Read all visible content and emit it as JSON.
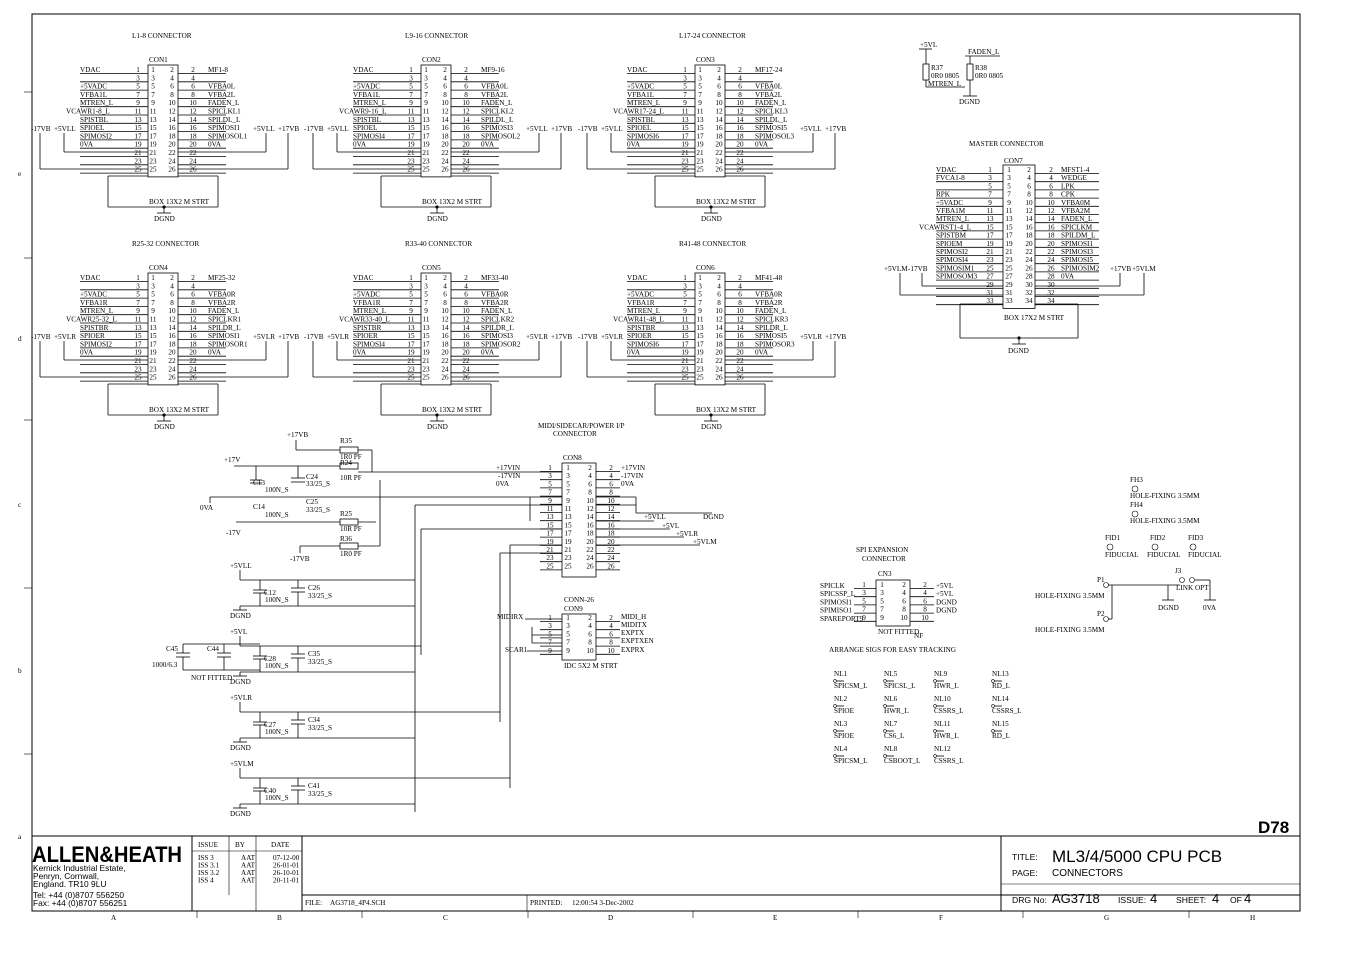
{
  "title_block": {
    "logo": "ALLEN&HEATH",
    "address": [
      "Kernick Industrial Estate,",
      "Penryn, Cornwall,",
      "England. TR10 9LU"
    ],
    "tel": "Tel:   +44 (0)8707 556250",
    "fax": "Fax:  +44 (0)8707 556251",
    "rev_headers": [
      "ISSUE",
      "BY",
      "DATE"
    ],
    "revisions": [
      {
        "issue": "ISS 3",
        "by": "AAT",
        "date": "07-12-00"
      },
      {
        "issue": "ISS 3.1",
        "by": "AAT",
        "date": "26-01-01"
      },
      {
        "issue": "ISS 3.2",
        "by": "AAT",
        "date": "26-10-01"
      },
      {
        "issue": "ISS 4",
        "by": "AAT",
        "date": "20-11-01"
      }
    ],
    "file_label": "FILE:",
    "file": "AG3718_4P4.SCH",
    "printed_label": "PRINTED:",
    "printed": "12:00:54   3-Dec-2002",
    "sheet_code": "D78",
    "title_label": "TITLE:",
    "title": "ML3/4/5000 CPU PCB",
    "page_label": "PAGE:",
    "page": "CONNECTORS",
    "drg_label": "DRG No:",
    "drg": "AG3718",
    "issue_label": "ISSUE:",
    "issue": "4",
    "sheet_label": "SHEET:",
    "sheet": "4",
    "of_label": "OF",
    "of": "4"
  },
  "grid": {
    "cols": [
      "A",
      "B",
      "C",
      "D",
      "E",
      "F",
      "G",
      "H"
    ],
    "rows": [
      "e",
      "d",
      "c",
      "b",
      "a"
    ]
  },
  "slave_connectors": [
    {
      "title": "L1-8 CONNECTOR",
      "ref": "CON1",
      "left": [
        "VDAC",
        "",
        "+5VADC",
        "VFBA1L",
        "MTREN_L",
        "VCAWR1-8_L",
        "SPISTBL",
        "SPIOEL",
        "SPIMOSI2",
        "0VA",
        "",
        "",
        ""
      ],
      "right": [
        "MF1-8",
        "",
        "VFBA0L",
        "VFBA2L",
        "FADEN_L",
        "SPICLKL1",
        "SPILDL_L",
        "SPIMOSI1",
        "SPIMOSOL1",
        "0VA",
        "",
        "",
        ""
      ],
      "rails_left": [
        "-17VB",
        "+5VLL"
      ],
      "rails_right": [
        "+5VLL",
        "+17VB"
      ],
      "footer": "BOX 13X2 M STRT",
      "gnd": "DGND"
    },
    {
      "title": "L9-16 CONNECTOR",
      "ref": "CON2",
      "left": [
        "VDAC",
        "",
        "+5VADC",
        "VFBA1L",
        "MTREN_L",
        "VCAWR9-16_L",
        "SPISTBL",
        "SPIOEL",
        "SPIMOSI4",
        "0VA",
        "",
        "",
        ""
      ],
      "right": [
        "MF9-16",
        "",
        "VFBA0L",
        "VFBA2L",
        "FADEN_L",
        "SPICLKL2",
        "SPILDL_L",
        "SPIMOSI3",
        "SPIMOSOL2",
        "0VA",
        "",
        "",
        ""
      ],
      "rails_left": [
        "-17VB",
        "+5VLL"
      ],
      "rails_right": [
        "+5VLL",
        "+17VB"
      ],
      "footer": "BOX 13X2 M STRT",
      "gnd": "DGND"
    },
    {
      "title": "L17-24 CONNECTOR",
      "ref": "CON3",
      "left": [
        "VDAC",
        "",
        "+5VADC",
        "VFBA1L",
        "MTREN_L",
        "VCAWR17-24_L",
        "SPISTBL",
        "SPIOEL",
        "SPIMOSI6",
        "0VA",
        "",
        "",
        ""
      ],
      "right": [
        "MF17-24",
        "",
        "VFBA0L",
        "VFBA2L",
        "FADEN_L",
        "SPICLKL3",
        "SPILDL_L",
        "SPIMOSI5",
        "SPIMOSOL3",
        "0VA",
        "",
        "",
        ""
      ],
      "rails_left": [
        "-17VB",
        "+5VLL"
      ],
      "rails_right": [
        "+5VLL",
        "+17VB"
      ],
      "footer": "BOX 13X2 M STRT",
      "gnd": "DGND"
    },
    {
      "title": "R25-32 CONNECTOR",
      "ref": "CON4",
      "left": [
        "VDAC",
        "",
        "+5VADC",
        "VFBA1R",
        "MTREN_L",
        "VCAWR25-32_L",
        "SPISTBR",
        "SPIOER",
        "SPIMOSI2",
        "0VA",
        "",
        "",
        ""
      ],
      "right": [
        "MF25-32",
        "",
        "VFBA0R",
        "VFBA2R",
        "FADEN_L",
        "SPICLKR1",
        "SPILDR_L",
        "SPIMOSI1",
        "SPIMOSOR1",
        "0VA",
        "",
        "",
        ""
      ],
      "rails_left": [
        "-17VB",
        "+5VLR"
      ],
      "rails_right": [
        "+5VLR",
        "+17VB"
      ],
      "footer": "BOX 13X2 M STRT",
      "gnd": "DGND"
    },
    {
      "title": "R33-40 CONNECTOR",
      "ref": "CON5",
      "left": [
        "VDAC",
        "",
        "+5VADC",
        "VFBA1R",
        "MTREN_L",
        "VCAWR33-40_L",
        "SPISTBR",
        "SPIOER",
        "SPIMOSI4",
        "0VA",
        "",
        "",
        ""
      ],
      "right": [
        "MF33-40",
        "",
        "VFBA0R",
        "VFBA2R",
        "FADEN_L",
        "SPICLKR2",
        "SPILDR_L",
        "SPIMOSI3",
        "SPIMOSOR2",
        "0VA",
        "",
        "",
        ""
      ],
      "rails_left": [
        "-17VB",
        "+5VLR"
      ],
      "rails_right": [
        "+5VLR",
        "+17VB"
      ],
      "footer": "BOX 13X2 M STRT",
      "gnd": "DGND"
    },
    {
      "title": "R41-48 CONNECTOR",
      "ref": "CON6",
      "left": [
        "VDAC",
        "",
        "+5VADC",
        "VFBA1R",
        "MTREN_L",
        "VCAWR41-48_L",
        "SPISTBR",
        "SPIOER",
        "SPIMOSI6",
        "0VA",
        "",
        "",
        ""
      ],
      "right": [
        "MF41-48",
        "",
        "VFBA0R",
        "VFBA2R",
        "FADEN_L",
        "SPICLKR3",
        "SPILDR_L",
        "SPIMOSI5",
        "SPIMOSOR3",
        "0VA",
        "",
        "",
        ""
      ],
      "rails_left": [
        "-17VB",
        "+5VLR"
      ],
      "rails_right": [
        "+5VLR",
        "+17VB"
      ],
      "footer": "BOX 13X2 M STRT",
      "gnd": "DGND"
    }
  ],
  "master": {
    "title": "MASTER CONNECTOR",
    "ref": "CON7",
    "left": [
      "VDAC",
      "FVCA1-8",
      "",
      "RPK",
      "+5VADC",
      "VFBA1M",
      "MTREN_L",
      "VCAWRST1-4_L",
      "SPISTBM",
      "SPIOEM",
      "SPIMOSI2",
      "SPIMOSI4",
      "SPIMOSIM1",
      "SPIMOSOM3",
      "",
      "",
      ""
    ],
    "right": [
      "MFST1-4",
      "WEDGE",
      "LPK",
      "CPK",
      "VFBA0M",
      "VFBA2M",
      "FADEN_L",
      "SPICLKM",
      "SPILDM_L",
      "SPIMOSI1",
      "SPIMOSI3",
      "SPIMOSI5",
      "SPIMOSIM2",
      "0VA",
      "",
      "",
      ""
    ],
    "rails_left": [
      "+5VLM",
      "-17VB"
    ],
    "rails_right": [
      "+17VB",
      "+5VLM"
    ],
    "footer": "BOX 17X2 M STRT",
    "gnd": "DGND"
  },
  "pullups": {
    "rail": "+5VL",
    "net_faden": "FADEN_L",
    "net_mtren": "MTREN_L",
    "r37": [
      "R37",
      "0R0 0805"
    ],
    "r38": [
      "R38",
      "0R0 0805"
    ],
    "gnd": "DGND"
  },
  "power": {
    "title1": "MIDI/SIDECAR/POWER I/P",
    "title2": "CONNECTOR",
    "ref": "CON8",
    "in_left": [
      "+17VIN",
      "-17VIN",
      "0VA"
    ],
    "in_right": [
      "+17VIN",
      "-17VIN",
      "0VA"
    ],
    "out_right": [
      "DGND",
      "+5VLL",
      "+5VL",
      "+5VLR",
      "+5VLM"
    ],
    "rails": {
      "p17vb": "+17VB",
      "p17v": "+17V",
      "m17v": "-17V",
      "m17vb": "-17VB",
      "ova": "0VA"
    },
    "resistors": [
      {
        "ref": "R35",
        "val": "1R0 PF"
      },
      {
        "ref": "R24",
        "val": "10R PF"
      },
      {
        "ref": "R25",
        "val": "10R PF"
      },
      {
        "ref": "R36",
        "val": "1R0 PF"
      }
    ],
    "caps_top": [
      {
        "ref": "C13",
        "val": "100N_S"
      },
      {
        "ref": "C24",
        "val": "33/25_S"
      },
      {
        "ref": "C14",
        "val": "100N_S"
      },
      {
        "ref": "C25",
        "val": "33/25_S"
      }
    ],
    "decoupling": [
      {
        "rail": "+5VLL",
        "c1": "C12",
        "v1": "100N_S",
        "c2": "C26",
        "v2": "33/25_S",
        "gnd": "DGND"
      },
      {
        "rail": "+5VL",
        "c1": "C28",
        "v1": "100N_S",
        "c2": "C35",
        "v2": "33/25_S",
        "gnd": "DGND"
      },
      {
        "rail": "+5VLR",
        "c1": "C27",
        "v1": "100N_S",
        "c2": "C34",
        "v2": "33/25_S",
        "gnd": "DGND"
      },
      {
        "rail": "+5VLM",
        "c1": "C40",
        "v1": "100N_S",
        "c2": "C41",
        "v2": "33/25_S",
        "gnd": "DGND"
      }
    ],
    "c45": {
      "ref": "C45",
      "val": "1000/6.3"
    },
    "c44": {
      "ref": "C44",
      "note": "NOT FITTED"
    }
  },
  "midi": {
    "title": "CONN-26",
    "ref": "CON9",
    "left": [
      "MIDIRX",
      "",
      "",
      "",
      "SCAR1"
    ],
    "right": [
      "MIDI_H",
      "MIDITX",
      "EXPTX",
      "EXPTXEN",
      "EXPRX"
    ],
    "footer": "IDC 5X2 M STRT"
  },
  "spi": {
    "title1": "SPI EXPANSION",
    "title2": "CONNECTOR",
    "ref": "CN3",
    "left": [
      "SPICLK",
      "SPICSSP_L",
      "SPIMOSI1",
      "SPIMISO1",
      "SPAREPORT9"
    ],
    "right": [
      "+5VL",
      "+5VL",
      "DGND",
      "DGND",
      ""
    ],
    "footer": "NOT FITTED",
    "nf": "NF",
    "note": "ARRANGE SIGS FOR EASY TRACKING"
  },
  "net_links": [
    {
      "ref": "NL1",
      "net": "SPICSM_L"
    },
    {
      "ref": "NL2",
      "net": "SPIOE"
    },
    {
      "ref": "NL3",
      "net": "SPIOE"
    },
    {
      "ref": "NL4",
      "net": "SPICSM_L"
    },
    {
      "ref": "NL5",
      "net": "SPICSL_L"
    },
    {
      "ref": "NL6",
      "net": "HWR_L"
    },
    {
      "ref": "NL7",
      "net": "CS6_L"
    },
    {
      "ref": "NL8",
      "net": "CSBOOT_L"
    },
    {
      "ref": "NL9",
      "net": "HWR_L"
    },
    {
      "ref": "NL10",
      "net": "CSSRS_L"
    },
    {
      "ref": "NL11",
      "net": "HWR_L"
    },
    {
      "ref": "NL12",
      "net": "CSSRS_L"
    },
    {
      "ref": "NL13",
      "net": "RD_L"
    },
    {
      "ref": "NL14",
      "net": "CSSRS_L"
    },
    {
      "ref": "NL15",
      "net": "RD_L"
    }
  ],
  "mechanical": {
    "fh3": "FH3",
    "fh4": "FH4",
    "hole": "HOLE-FIXING 3.5MM",
    "fiducials": [
      "FID1",
      "FID2",
      "FID3"
    ],
    "fiducial": "FIDUCIAL",
    "p1": "P1",
    "p2": "P2",
    "j3": "J3",
    "link": "LINK OPT",
    "gnd": "DGND",
    "ova": "0VA"
  }
}
